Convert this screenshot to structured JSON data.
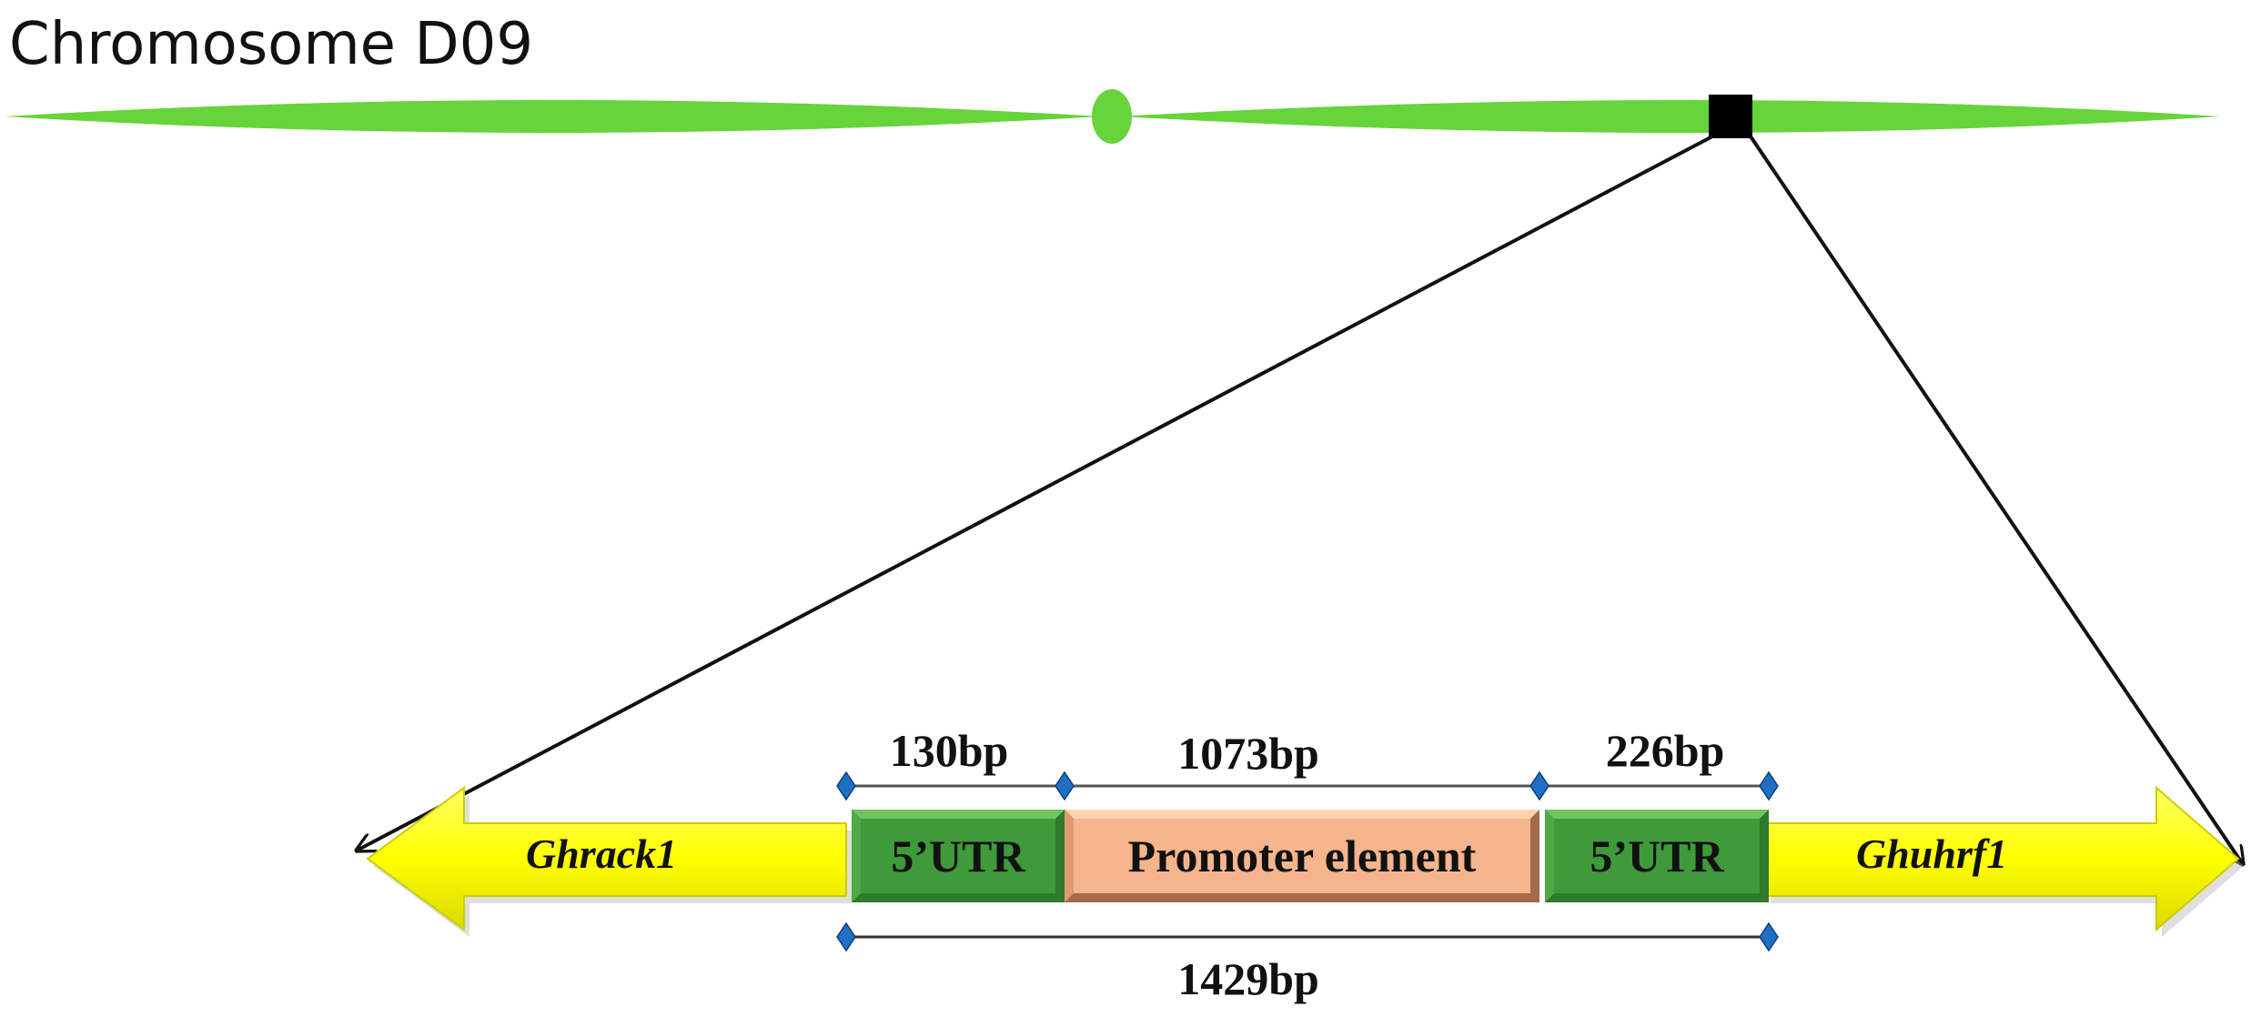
{
  "title": "Chromosome D09",
  "genes": {
    "left": "Ghrack1",
    "right": "Ghuhrf1"
  },
  "segments": [
    {
      "label": "5’UTR",
      "length": "130bp"
    },
    {
      "label": "Promoter element",
      "length": "1073bp"
    },
    {
      "label": "5’UTR",
      "length": "226bp"
    }
  ],
  "total_length": "1429bp",
  "colors": {
    "chromosome": "#66d43a",
    "gene_arrow": "#ffff00",
    "utr_box": "#3f9a3a",
    "promoter_box": "#f4b48c",
    "marker": "#1f6fc4",
    "region_marker": "#000000"
  }
}
